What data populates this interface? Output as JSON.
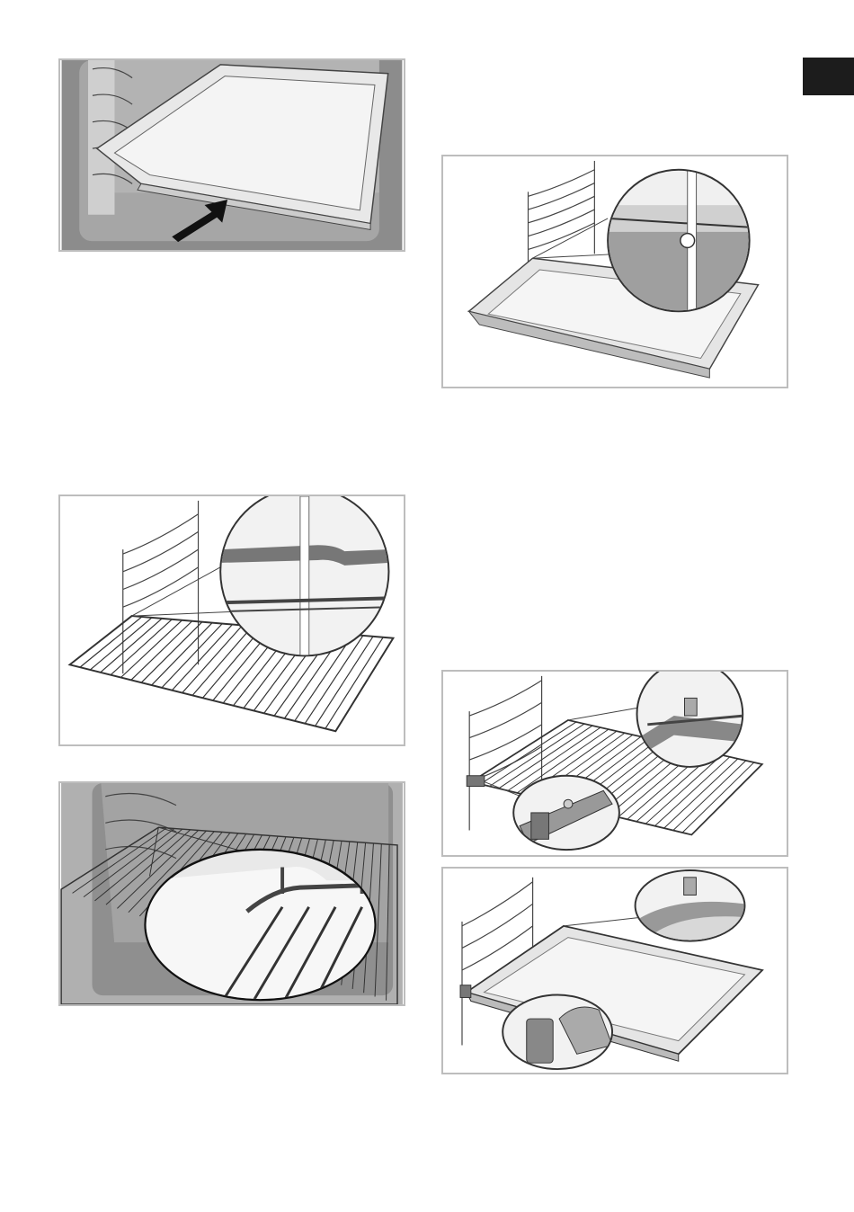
{
  "page": {
    "colors": {
      "tab": "#1c1c1c",
      "frame": "#bdbdbd",
      "oven_wall": "#9a9a9a",
      "oven_dark": "#555555",
      "tray_fill": "#e4e4e4",
      "rack_line": "#333333"
    }
  },
  "figures": [
    {
      "id": "fig1",
      "name": "illustration-tray-insert-arrow",
      "icon": "arrow-icon"
    },
    {
      "id": "fig2",
      "name": "illustration-tray-on-rail-detail",
      "icon": "magnifier-detail-icon"
    },
    {
      "id": "fig3",
      "name": "illustration-wire-rack-on-rail-detail",
      "icon": "magnifier-detail-icon"
    },
    {
      "id": "fig4",
      "name": "illustration-wire-rack-in-oven-detail",
      "icon": "magnifier-detail-icon"
    },
    {
      "id": "fig5",
      "name": "illustration-telescopic-rail-rack-detail",
      "icon": "magnifier-detail-icon"
    },
    {
      "id": "fig6",
      "name": "illustration-telescopic-rail-tray-detail",
      "icon": "magnifier-detail-icon"
    }
  ]
}
